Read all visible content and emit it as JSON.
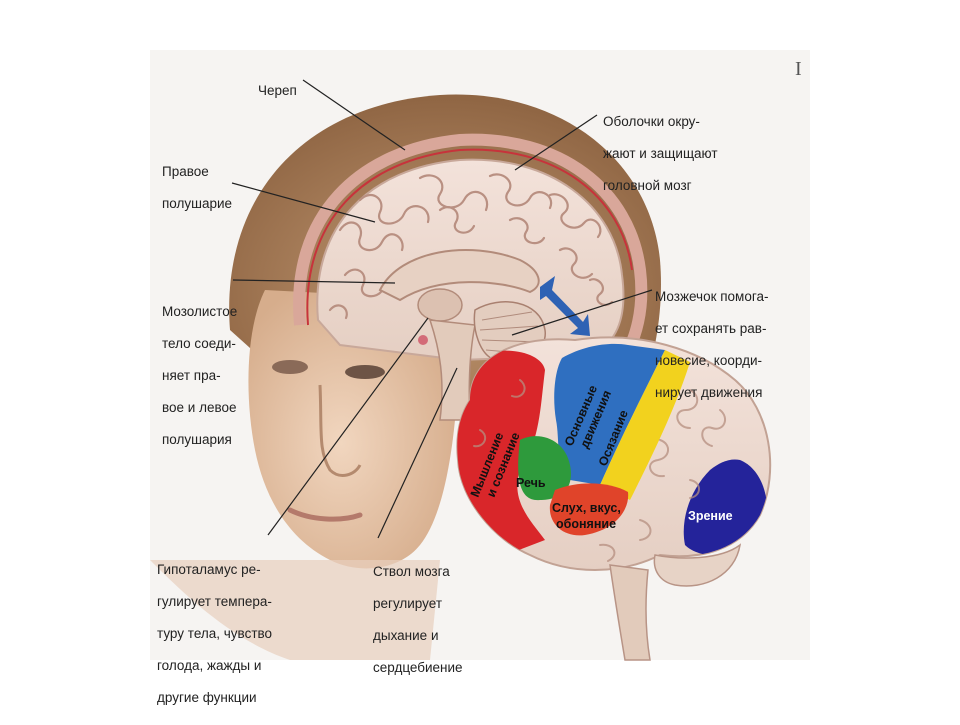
{
  "page_marker": "I",
  "callouts": {
    "skull": [
      "Череп"
    ],
    "right_hemisphere": [
      "Правое",
      "полушарие"
    ],
    "corpus_callosum": [
      "Мозолистое",
      "тело соеди-",
      "няет пра-",
      "вое и левое",
      "полушария"
    ],
    "meninges": [
      "Оболочки окру-",
      "жают и защищают",
      "головной мозг"
    ],
    "cerebellum": [
      "Мозжечок помога-",
      "ет сохранять рав-",
      "новесие, коорди-",
      "нирует движения"
    ],
    "hypothalamus": [
      "Гипоталамус ре-",
      "гулирует темпера-",
      "туру тела, чувство",
      "голода, жажды и",
      "другие функции"
    ],
    "brainstem": [
      "Ствол мозга",
      "регулирует",
      "дыхание и",
      "сердцебиение"
    ]
  },
  "regions": {
    "thinking": [
      "Мышление",
      "и сознание"
    ],
    "motor": [
      "Основные",
      "движения"
    ],
    "touch": "Осязание",
    "speech": "Речь",
    "hearing": [
      "Слух, вкус,",
      "обоняние"
    ],
    "vision": "Зрение"
  },
  "colors": {
    "thinking": "#d9262a",
    "motor": "#2f6fc0",
    "touch": "#f2d21e",
    "speech": "#2e9a3c",
    "hearing": "#e0442a",
    "vision": "#24239a",
    "brain_base": "#efd9cf",
    "skin": "#e9c9ad",
    "hair": "#a87e5a",
    "arrow": "#2e62b4"
  }
}
